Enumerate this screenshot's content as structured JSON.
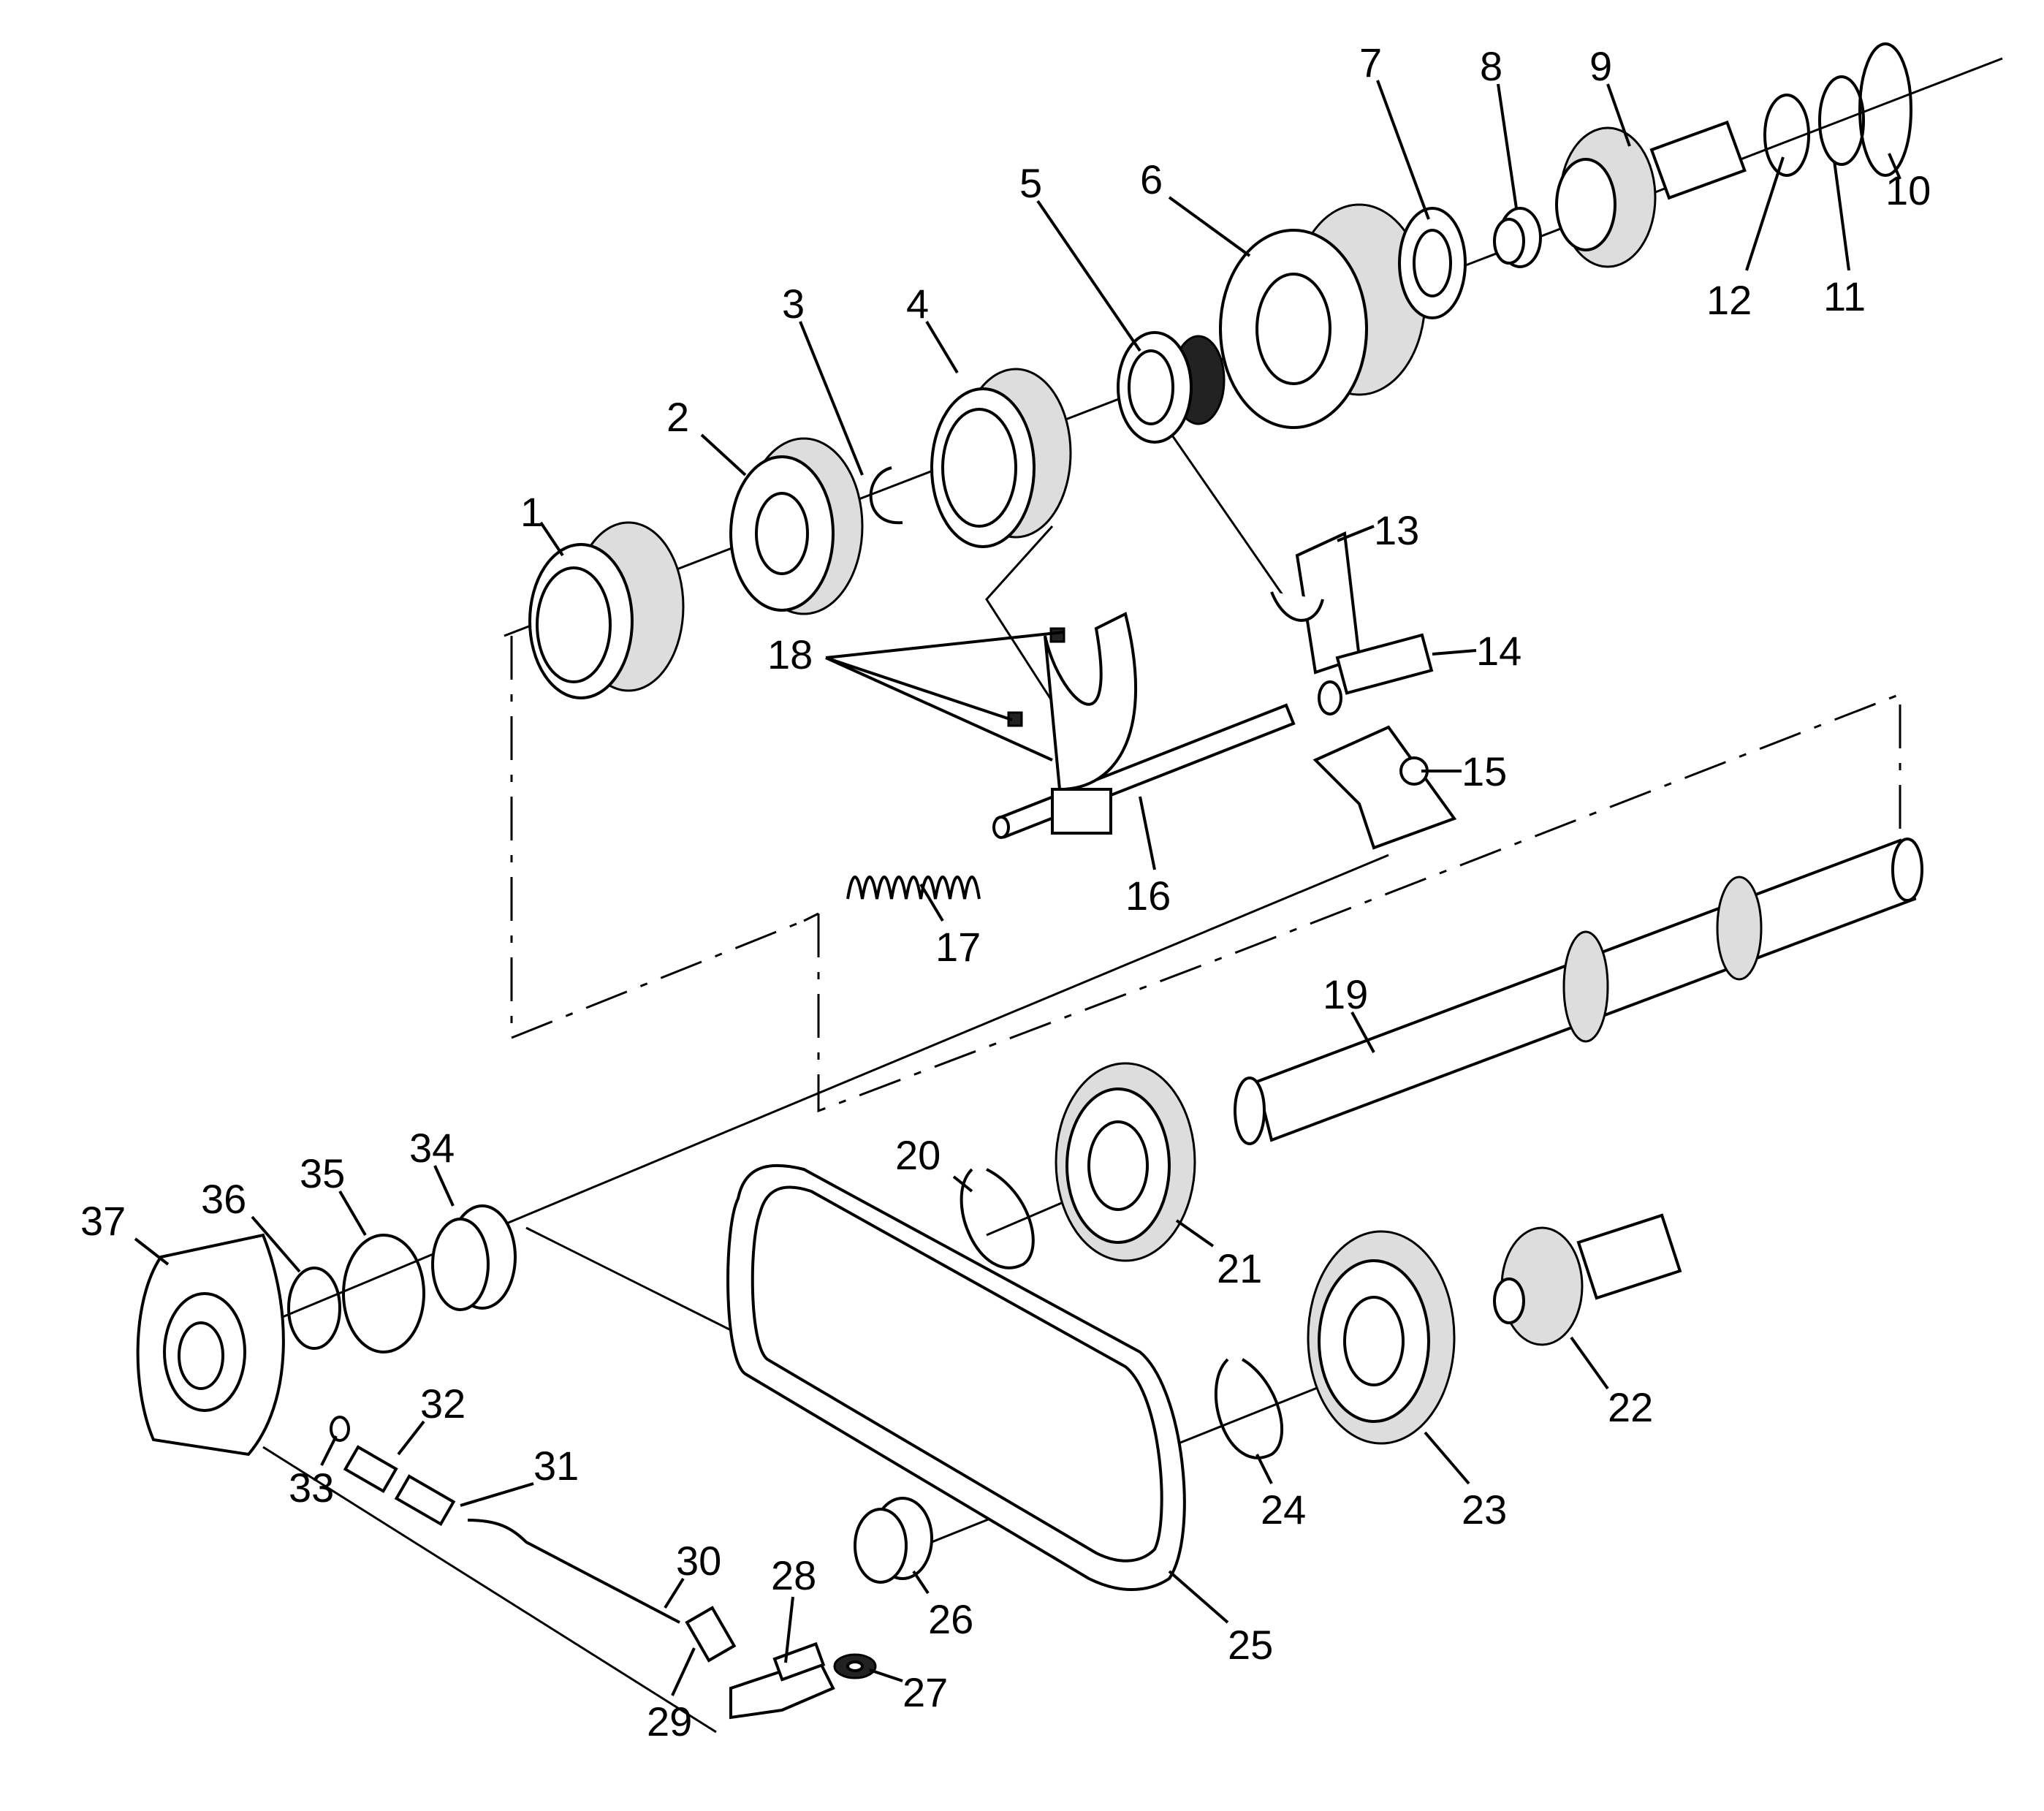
{
  "labels": {
    "l1": "1",
    "l2": "2",
    "l3": "3",
    "l4": "4",
    "l5": "5",
    "l6": "6",
    "l7": "7",
    "l8": "8",
    "l9": "9",
    "l10": "10",
    "l11": "11",
    "l12": "12",
    "l13": "13",
    "l14": "14",
    "l15": "15",
    "l16": "16",
    "l17": "17",
    "l18": "18",
    "l19": "19",
    "l20": "20",
    "l21": "21",
    "l22": "22",
    "l23": "23",
    "l24": "24",
    "l25": "25",
    "l26": "26",
    "l27": "27",
    "l28": "28",
    "l29": "29",
    "l30": "30",
    "l31": "31",
    "l32": "32",
    "l33": "33",
    "l34": "34",
    "l35": "35",
    "l36": "36",
    "l37": "37"
  },
  "colors": {
    "ink": "#000000",
    "paper": "#ffffff"
  }
}
